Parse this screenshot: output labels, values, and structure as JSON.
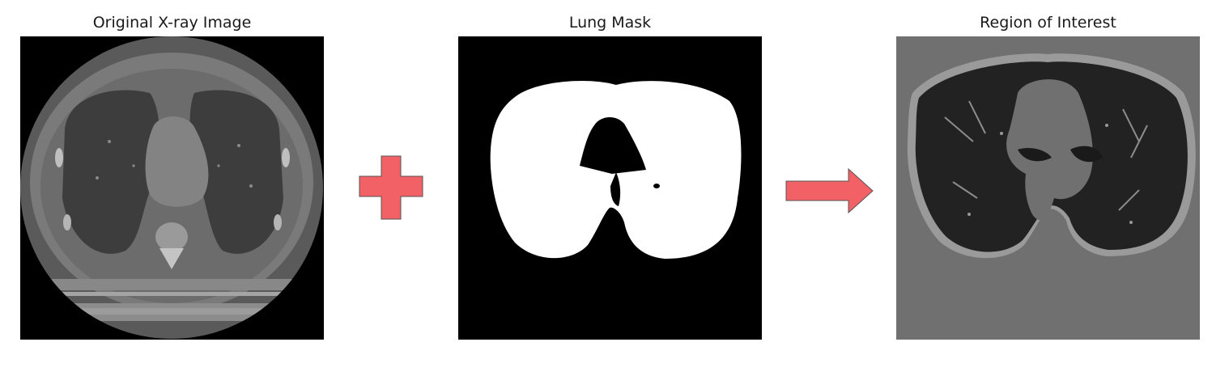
{
  "panels": {
    "original": {
      "title": "Original X-ray Image"
    },
    "mask": {
      "title": "Lung Mask"
    },
    "roi": {
      "title": "Region of Interest"
    }
  },
  "operators": {
    "plus": {
      "icon": "plus-icon",
      "color": "#f26165"
    },
    "arrow": {
      "icon": "arrow-right-icon",
      "color": "#f26165"
    }
  }
}
